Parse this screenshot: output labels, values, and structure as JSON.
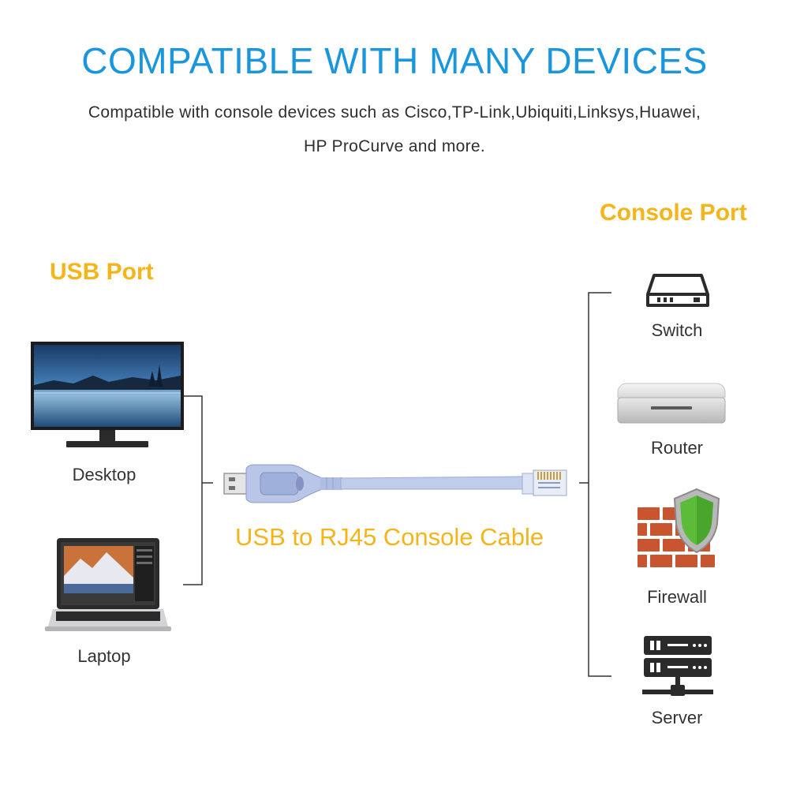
{
  "header": {
    "title": "COMPATIBLE WITH MANY DEVICES",
    "subtitle_line1": "Compatible with console devices such as Cisco,TP-Link,Ubiquiti,Linksys,Huawei,",
    "subtitle_line2": "HP ProCurve and more."
  },
  "left": {
    "heading": "USB Port",
    "devices": [
      {
        "label": "Desktop",
        "icon": "desktop-monitor"
      },
      {
        "label": "Laptop",
        "icon": "laptop"
      }
    ]
  },
  "center": {
    "cable_label": "USB to RJ45 Console Cable",
    "icon": "usb-rj45-cable"
  },
  "right": {
    "heading": "Console Port",
    "devices": [
      {
        "label": "Switch",
        "icon": "switch-icon"
      },
      {
        "label": "Router",
        "icon": "router-icon"
      },
      {
        "label": "Firewall",
        "icon": "firewall-icon"
      },
      {
        "label": "Server",
        "icon": "server-icon"
      }
    ]
  },
  "colors": {
    "title": "#1a96dc",
    "heading": "#f4b41a",
    "cable": "#b9c6e8"
  }
}
